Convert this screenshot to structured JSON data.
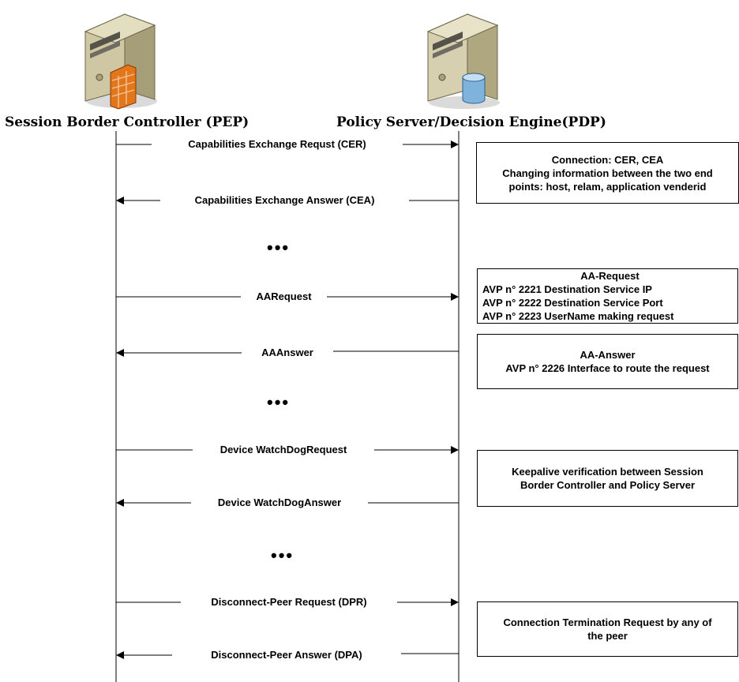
{
  "entities": {
    "left": {
      "label": "Session Border Controller (PEP)",
      "icon": "server-firewall-icon"
    },
    "right": {
      "label": "Policy Server/Decision Engine(PDP)",
      "icon": "server-database-icon"
    }
  },
  "messages": [
    {
      "label": "Capabilities Exchange Requst (CER)",
      "direction": "right"
    },
    {
      "label": "Capabilities Exchange Answer (CEA)",
      "direction": "left"
    },
    {
      "label": "AARequest",
      "direction": "right"
    },
    {
      "label": "AAAnswer",
      "direction": "left"
    },
    {
      "label": "Device WatchDogRequest",
      "direction": "right"
    },
    {
      "label": "Device WatchDogAnswer",
      "direction": "left"
    },
    {
      "label": "Disconnect-Peer Request (DPR)",
      "direction": "right"
    },
    {
      "label": "Disconnect-Peer Answer (DPA)",
      "direction": "left"
    }
  ],
  "ellipses": [
    "•••",
    "•••",
    "•••"
  ],
  "notes": [
    {
      "lines": [
        "Connection: CER, CEA",
        "Changing information between the two end",
        "points: host, relam, application venderid"
      ]
    },
    {
      "lines": [
        "AA-Request",
        "AVP n° 2221 Destination Service IP",
        "AVP n° 2222 Destination Service Port",
        "AVP n° 2223 UserName making request"
      ]
    },
    {
      "lines": [
        "AA-Answer",
        "AVP n° 2226 Interface to route the request"
      ]
    },
    {
      "lines": [
        "Keepalive verification between Session",
        "Border Controller and Policy Server"
      ]
    },
    {
      "lines": [
        "Connection Termination Request by any of",
        "the peer"
      ]
    }
  ]
}
